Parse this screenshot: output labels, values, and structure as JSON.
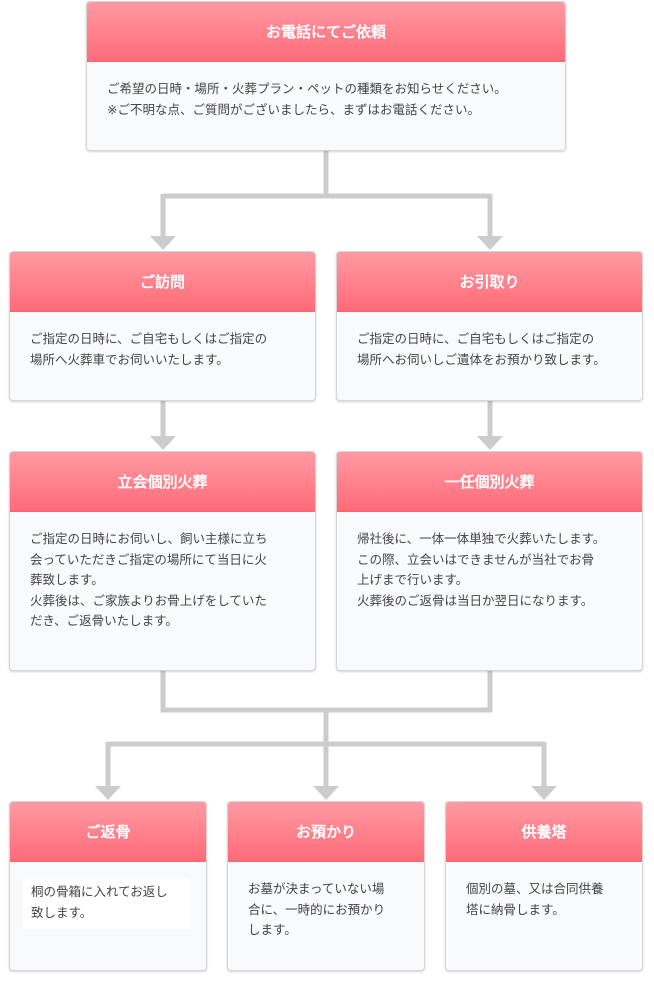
{
  "nodes": {
    "request": {
      "title": "お電話にてご依頼",
      "text": "ご希望の日時・場所・火葬プラン・ペットの種類をお知らせください。\n※ご不明な点、ご質問がございましたら、まずはお電話ください。"
    },
    "visit": {
      "title": "ご訪問",
      "text": "ご指定の日時に、ご自宅もしくはご指定の\n場所へ火葬車でお伺いいたします。"
    },
    "pickup": {
      "title": "お引取り",
      "text": "ご指定の日時に、ご自宅もしくはご指定の\n場所へお伺いしご遺体をお預かり致します。"
    },
    "attended": {
      "title": "立会個別火葬",
      "text": "ご指定の日時にお伺いし、飼い主様に立ち\n会っていただきご指定の場所にて当日に火\n葬致します。\n火葬後は、ご家族よりお骨上げをしていた\nだき、ご返骨いたします。"
    },
    "entrusted": {
      "title": "一任個別火葬",
      "text": "帰社後に、一体一体単独で火葬いたします。\nこの際、立会いはできませんが当社でお骨\n上げまで行います。\n火葬後のご返骨は当日か翌日になります。"
    },
    "return": {
      "title": "ご返骨",
      "text": "桐の骨箱に入れてお返し\n致します。"
    },
    "keep": {
      "title": "お預かり",
      "text": "お墓が決まっていない場\n合に、一時的にお預かり\nします。"
    },
    "memorial": {
      "title": "供養塔",
      "text": "個別の墓、又は合同供養\n塔に納骨します。"
    }
  },
  "colors": {
    "header_top": "#ff9aa3",
    "header_bottom": "#ff6b78",
    "connector": "#cccccc"
  }
}
